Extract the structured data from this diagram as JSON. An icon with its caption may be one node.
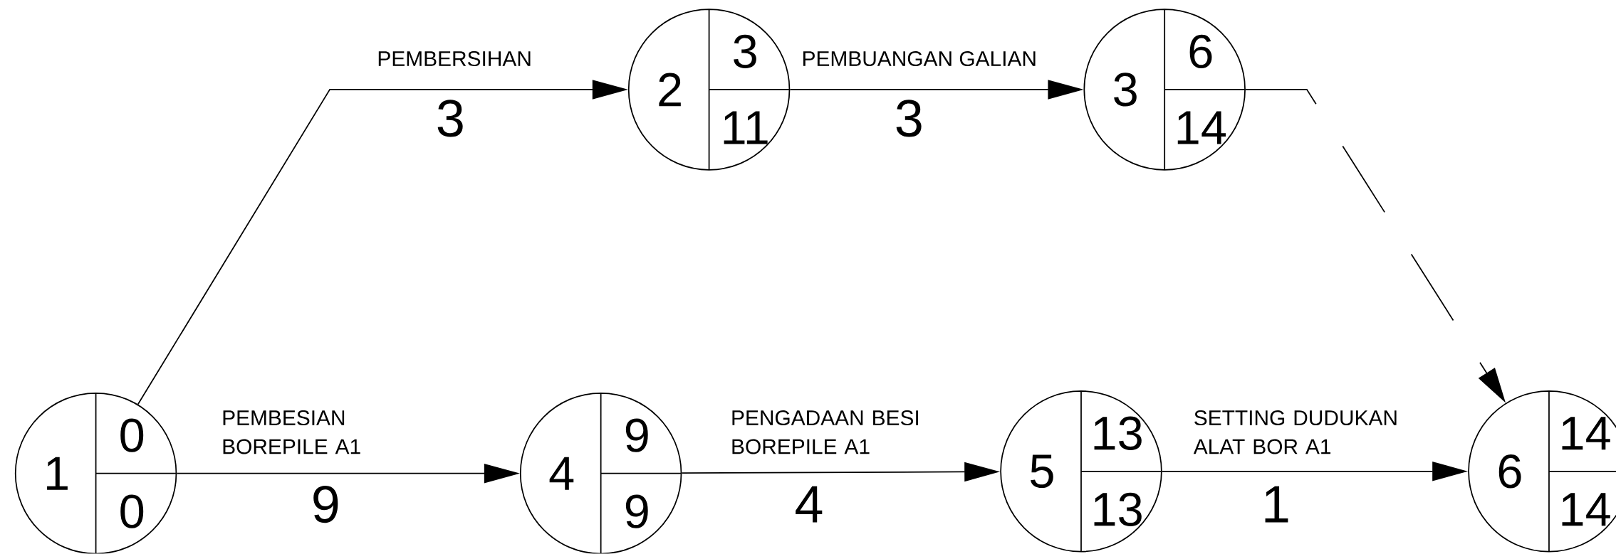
{
  "diagram": {
    "nodes": [
      {
        "text": [
          "1",
          "0",
          "0"
        ]
      },
      {
        "text": [
          "2",
          "3",
          "11"
        ]
      },
      {
        "text": [
          "3",
          "6",
          "14"
        ]
      },
      {
        "text": [
          "4",
          "9",
          "9"
        ]
      },
      {
        "text": [
          "5",
          "13",
          "13"
        ]
      },
      {
        "text": [
          "6",
          "14",
          "14"
        ]
      }
    ],
    "edges": [
      {
        "from": 0,
        "to": 1,
        "arrow": "to",
        "label": "PEMBERSIHAN"
      },
      {
        "from": 1,
        "to": 2,
        "arrow": "to",
        "label": "PEMBUANGAN GALIAN"
      },
      {
        "from": 2,
        "to": 5,
        "arrow": "to",
        "style": "dashed"
      },
      {
        "from": 0,
        "to": 3,
        "arrow": "to",
        "label": "PEMBESIAN BOREPILE A1"
      },
      {
        "from": 3,
        "to": 4,
        "arrow": "to",
        "label": "PENGADAAN BESI BOREPILE A1"
      },
      {
        "from": 4,
        "to": 5,
        "arrow": "to",
        "label": "SETTING DUDUKAN ALAT BOR A1"
      }
    ],
    "labels": [
      "3",
      "3",
      "9",
      "4",
      "1"
    ]
  }
}
